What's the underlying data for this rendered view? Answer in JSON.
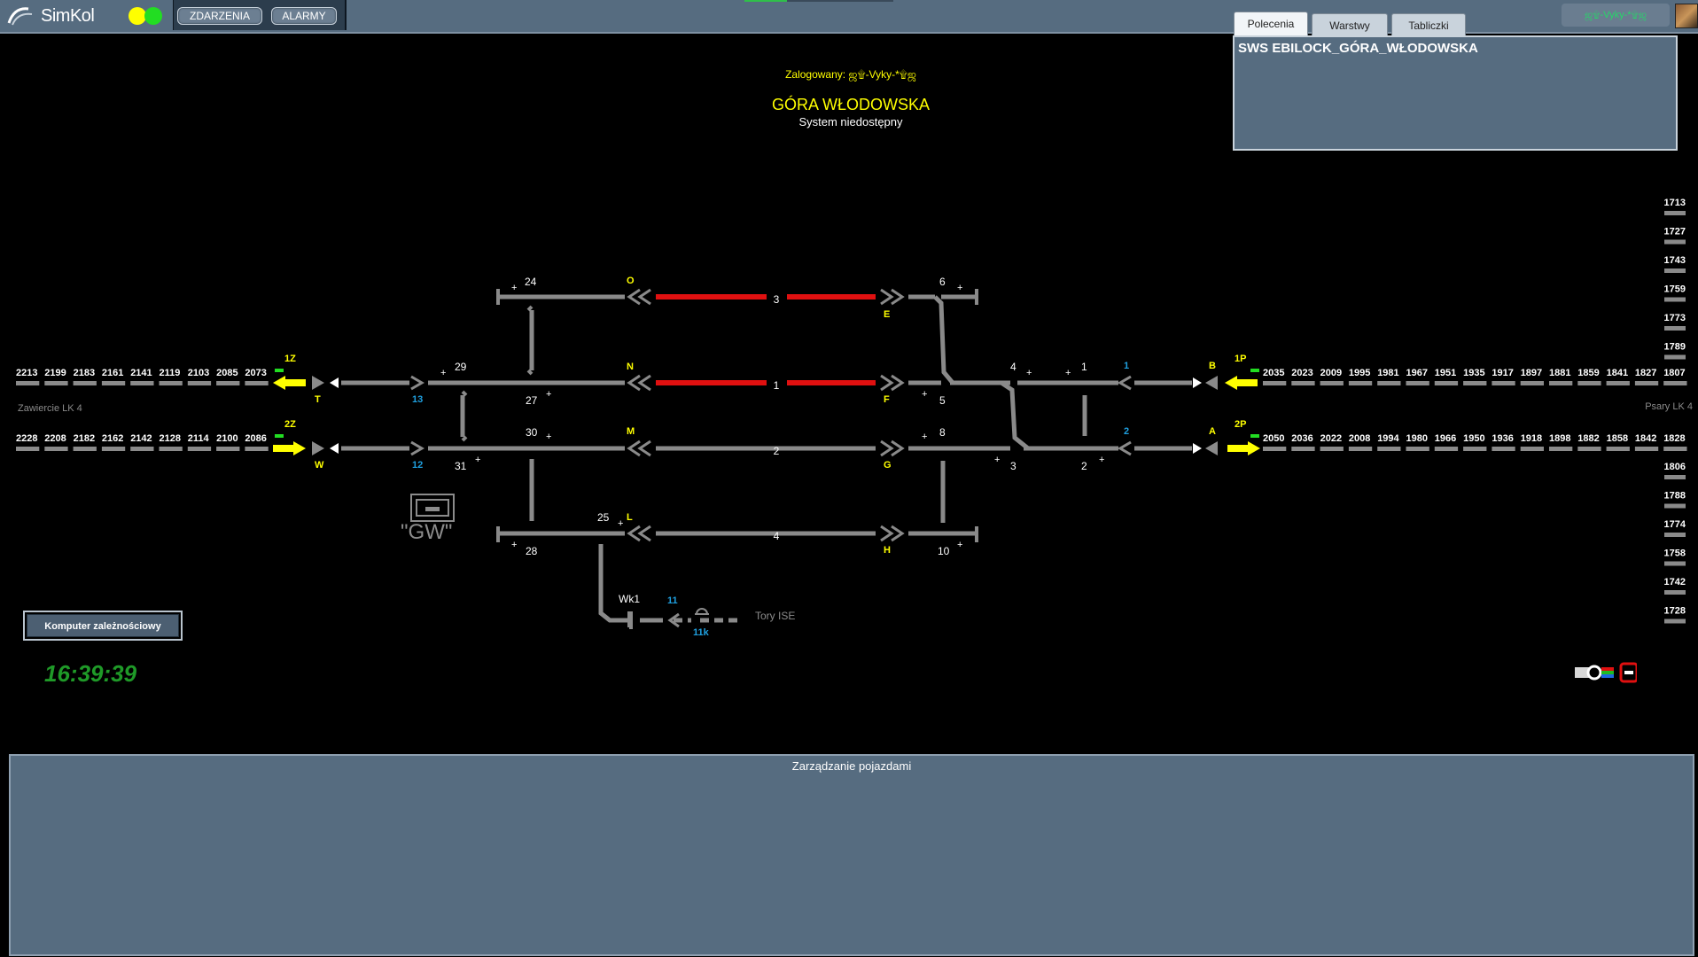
{
  "app": {
    "name": "SimKol"
  },
  "topbar": {
    "buttons": [
      "ZDARZENIA",
      "ALARMY"
    ],
    "indicator_colors": [
      "#ffff00",
      "#22dd22"
    ],
    "user_name": "ஜ۩-Vyky-*۩ஜ"
  },
  "tabs": [
    "Polecenia",
    "Warstwy",
    "Tabliczki"
  ],
  "command_panel": {
    "text": "SWS EBILOCK_GÓRA_WŁODOWSKA"
  },
  "header": {
    "logged_in": "Zalogowany: ஜ۩-Vyky-*۩ஜ",
    "station": "GÓRA WŁODOWSKA",
    "system_status": "System niedostępny"
  },
  "left_direction": "Zawiercie LK 4",
  "right_direction": "Psary LK 4",
  "left_block_top": [
    "2213",
    "2199",
    "2183",
    "2161",
    "2141",
    "2119",
    "2103",
    "2085",
    "2073"
  ],
  "left_block_bottom": [
    "2228",
    "2208",
    "2182",
    "2162",
    "2142",
    "2128",
    "2114",
    "2100",
    "2086"
  ],
  "right_block_top": [
    "2035",
    "2023",
    "2009",
    "1995",
    "1981",
    "1967",
    "1951",
    "1935",
    "1917",
    "1897",
    "1881",
    "1859",
    "1841",
    "1827",
    "1807"
  ],
  "right_block_bottom": [
    "2050",
    "2036",
    "2022",
    "2008",
    "1994",
    "1980",
    "1966",
    "1950",
    "1936",
    "1918",
    "1898",
    "1882",
    "1858",
    "1842",
    "1828"
  ],
  "right_column_upper": [
    "1713",
    "1727",
    "1743",
    "1759",
    "1773",
    "1789"
  ],
  "right_column_lower": [
    "1806",
    "1788",
    "1774",
    "1758",
    "1742",
    "1728"
  ],
  "signals": {
    "T": "T",
    "W": "W",
    "O": "O",
    "N": "N",
    "M": "M",
    "L": "L",
    "E": "E",
    "F": "F",
    "G": "G",
    "H": "H",
    "B": "B",
    "A": "A",
    "1Z": "1Z",
    "2Z": "2Z",
    "1P": "1P",
    "2P": "2P"
  },
  "tracks": {
    "t1": "1",
    "t2": "2",
    "t3": "3",
    "t4": "4"
  },
  "points": {
    "p24": "24",
    "p29": "29",
    "p27": "27",
    "p30": "30",
    "p31": "31",
    "p25": "25",
    "p28": "28",
    "p6": "6",
    "p5": "5",
    "p8": "8",
    "p10": "10",
    "p4": "4",
    "p1": "1",
    "p3": "3",
    "p2": "2"
  },
  "axle_counters": {
    "a13": "13",
    "a12": "12",
    "a1": "1",
    "a2": "2",
    "a11": "11",
    "a11k": "11k"
  },
  "siding": {
    "wk1": "Wk1",
    "tory_ise": "Tory ISE"
  },
  "gw": {
    "label": "\"GW\""
  },
  "interlocking_button": "Komputer zależnościowy",
  "clock": "16:39:39",
  "vehicles_panel": {
    "title": "Zarządzanie pojazdami"
  },
  "colors": {
    "track": "#8a8a8a",
    "occupied": "#e01010",
    "signal_yellow": "#ffff00",
    "axle_blue": "#1fa0e0",
    "panel": "#566c80"
  }
}
